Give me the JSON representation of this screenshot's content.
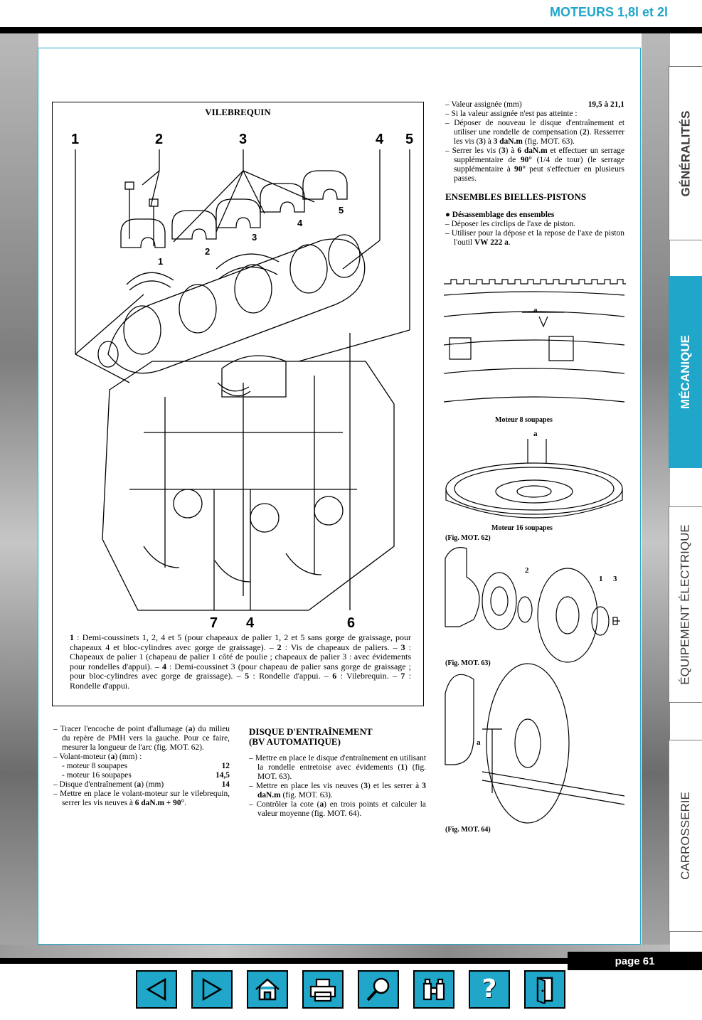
{
  "header": {
    "title": "MOTEURS 1,8l et 2l"
  },
  "tabs": [
    {
      "label": "GÉNÉRALITÉS",
      "active": false
    },
    {
      "label": "MÉCANIQUE",
      "active": true
    },
    {
      "label": "ÉQUIPEMENT ÉLECTRIQUE",
      "active": false
    },
    {
      "label": "CARROSSERIE",
      "active": false
    }
  ],
  "page_number": "page 61",
  "nav_icons": [
    "previous-icon",
    "next-icon",
    "home-icon",
    "print-icon",
    "search-icon",
    "binoculars-icon",
    "help-icon",
    "exit-icon"
  ],
  "figure": {
    "title": "VILEBREQUIN",
    "callouts_top": [
      "1",
      "2",
      "3",
      "4",
      "5"
    ],
    "callouts_bottom": [
      "7",
      "4",
      "6"
    ],
    "cap_labels": [
      "1",
      "2",
      "3",
      "4",
      "5"
    ],
    "caption": {
      "p1": "1",
      "p2": " : Demi-coussinets 1, 2, 4 et 5 (pour chapeaux de palier 1, 2 et 5 sans gorge de graissage, pour chapeaux 4 et bloc-cylindres avec gorge de graissage). – ",
      "p3": "2",
      "p4": " : Vis de chapeaux de paliers. – ",
      "p5": "3",
      "p6": " : Chapeaux de palier 1 (chapeau de palier 1 côté de poulie ; chapeaux de palier 3 : avec évidements pour rondelles d'appui). – ",
      "p7": "4",
      "p8": " : Demi-coussinet 3 (pour chapeau de palier sans gorge de graissage ; pour bloc-cylindres avec gorge de graissage). – ",
      "p9": "5",
      "p10": " : Rondelle d'appui. – ",
      "p11": "6",
      "p12": " : Vilebrequin. – ",
      "p13": "7",
      "p14": " : Rondelle d'appui."
    }
  },
  "col_left": {
    "item1": {
      "a": "– Tracer l'encoche de point d'allumage (",
      "b": "a",
      "c": ") du milieu du repère de PMH vers la gauche. Pour ce faire, mesurer la longueur de l'arc (fig. MOT. 62)."
    },
    "item2": {
      "a": "– Volant-moteur (",
      "b": "a",
      "c": ") (mm) :"
    },
    "sub1": {
      "label": "- moteur 8 soupapes",
      "value": "12"
    },
    "sub2": {
      "label": "- moteur 16 soupapes",
      "value": "14,5"
    },
    "item3": {
      "label_a": "– Disque d'entraînement (",
      "label_b": "a",
      "label_c": ") (mm)",
      "value": "14"
    },
    "item4": {
      "a": "– Mettre en place le volant-moteur sur le vilebrequin, serrer les vis neuves à ",
      "b": "6 daN.m + 90°",
      "c": "."
    }
  },
  "col_mid": {
    "heading_line1": "DISQUE D'ENTRAÎNEMENT",
    "heading_line2": "(BV AUTOMATIQUE)",
    "item1": {
      "a": "– Mettre en place le disque d'entraînement en utilisant la rondelle entretoise avec évidements (",
      "b": "1",
      "c": ") (fig. MOT. 63)."
    },
    "item2": {
      "a": "– Mettre en place les vis neuves (",
      "b": "3",
      "c": ") et les serrer à ",
      "d": "3 daN.m",
      "e": " (fig. MOT. 63)."
    },
    "item3": {
      "a": "– Contrôler la cote (",
      "b": "a",
      "c": ") en trois points et calculer la valeur moyenne (fig. MOT. 64)."
    }
  },
  "col_right": {
    "item1": {
      "label": "– Valeur assignée (mm)",
      "value": "19,5 à 21,1"
    },
    "item2": "– Si la valeur assignée n'est pas atteinte :",
    "item3": {
      "a": "– Déposer de nouveau le disque d'entraînement et utiliser une rondelle de compensation (",
      "b": "2",
      "c": "). Resserrer les vis (",
      "d": "3",
      "e": ") à ",
      "f": "3 daN.m",
      "g": " (fig. MOT. 63)."
    },
    "item4": {
      "a": "– Serrer les vis (",
      "b": "3",
      "c": ") à ",
      "d": "6 daN.m",
      "e": " et effectuer un serrage supplémentaire de ",
      "f": "90°",
      "g": " (1/4 de tour) (le serrage supplémentaire à ",
      "h": "90°",
      "i": " peut s'effectuer en plusieurs passes."
    },
    "heading": "ENSEMBLES BIELLES-PISTONS",
    "subheading": "● Désassemblage des ensembles",
    "item5": "– Déposer les circlips de l'axe de piston.",
    "item6": {
      "a": "– Utiliser pour la dépose et la repose de l'axe de piston l'outil ",
      "b": "VW 222 a",
      "c": "."
    }
  },
  "right_figures": {
    "fig1_label": "Moteur 8 soupapes",
    "fig1_letter": "a",
    "fig2_label": "Moteur 16 soupapes",
    "fig2_letter": "a",
    "fig_62": "(Fig. MOT. 62)",
    "fig_63": "(Fig. MOT. 63)",
    "fig_64": "(Fig. MOT. 64)",
    "fig3_labels": [
      "2",
      "1",
      "3"
    ],
    "fig4_letter": "a"
  }
}
